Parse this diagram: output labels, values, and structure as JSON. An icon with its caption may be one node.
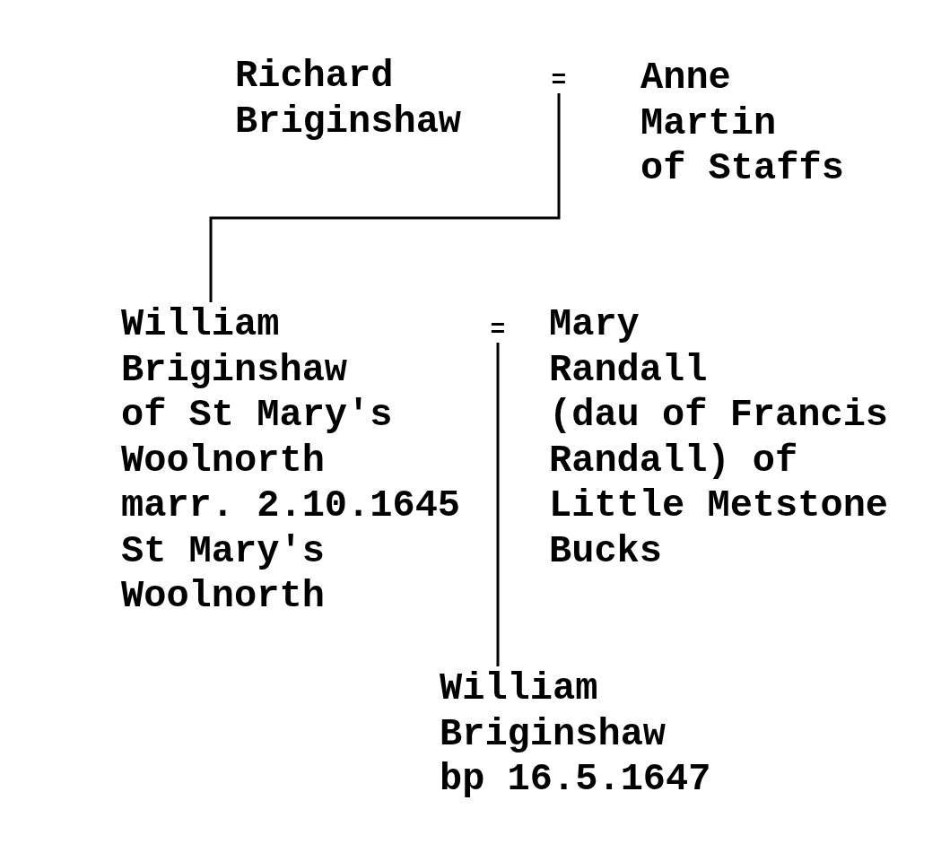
{
  "diagram": {
    "nodes": [
      {
        "text": [
          "Richard Briginshaw"
        ]
      },
      {
        "text": [
          "="
        ]
      },
      {
        "text": [
          "Anne Martin of Staffs"
        ]
      },
      {
        "text": [
          "William Briginshaw of St Mary's Woolnorth marr. 2.10.1645 St Mary's Woolnorth"
        ]
      },
      {
        "text": [
          "="
        ]
      },
      {
        "text": [
          "Mary Randall (dau of Francis Randall) of Little Metstone Bucks"
        ]
      },
      {
        "text": [
          "William Briginshaw bp 16.5.1647"
        ]
      }
    ],
    "edges": [
      {
        "from": 1,
        "to": 3,
        "arrow": "none"
      },
      {
        "from": 4,
        "to": 6,
        "arrow": "none"
      }
    ]
  }
}
